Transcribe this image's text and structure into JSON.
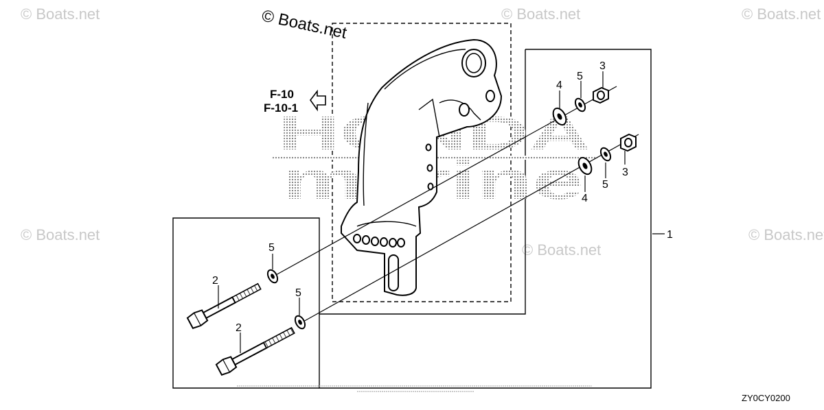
{
  "copyright_watermark": "© Boats.net",
  "faint_watermark": "© Boats.net",
  "logo_line1": "HONDA",
  "logo_line2": "marine",
  "reference": {
    "line1": "F-10",
    "line2": "F-10-1"
  },
  "callouts": {
    "bracket_assembly": "1",
    "bolt_upper": "2",
    "bolt_lower": "2",
    "nut_upper": "3",
    "nut_lower": "3",
    "washer_upper": "4",
    "washer_lower": "4",
    "lockwasher_right_upper": "5",
    "lockwasher_right_lower": "5",
    "lockwasher_left_upper": "5",
    "lockwasher_left_lower": "5"
  },
  "diagram_code": "ZY0CY0200"
}
